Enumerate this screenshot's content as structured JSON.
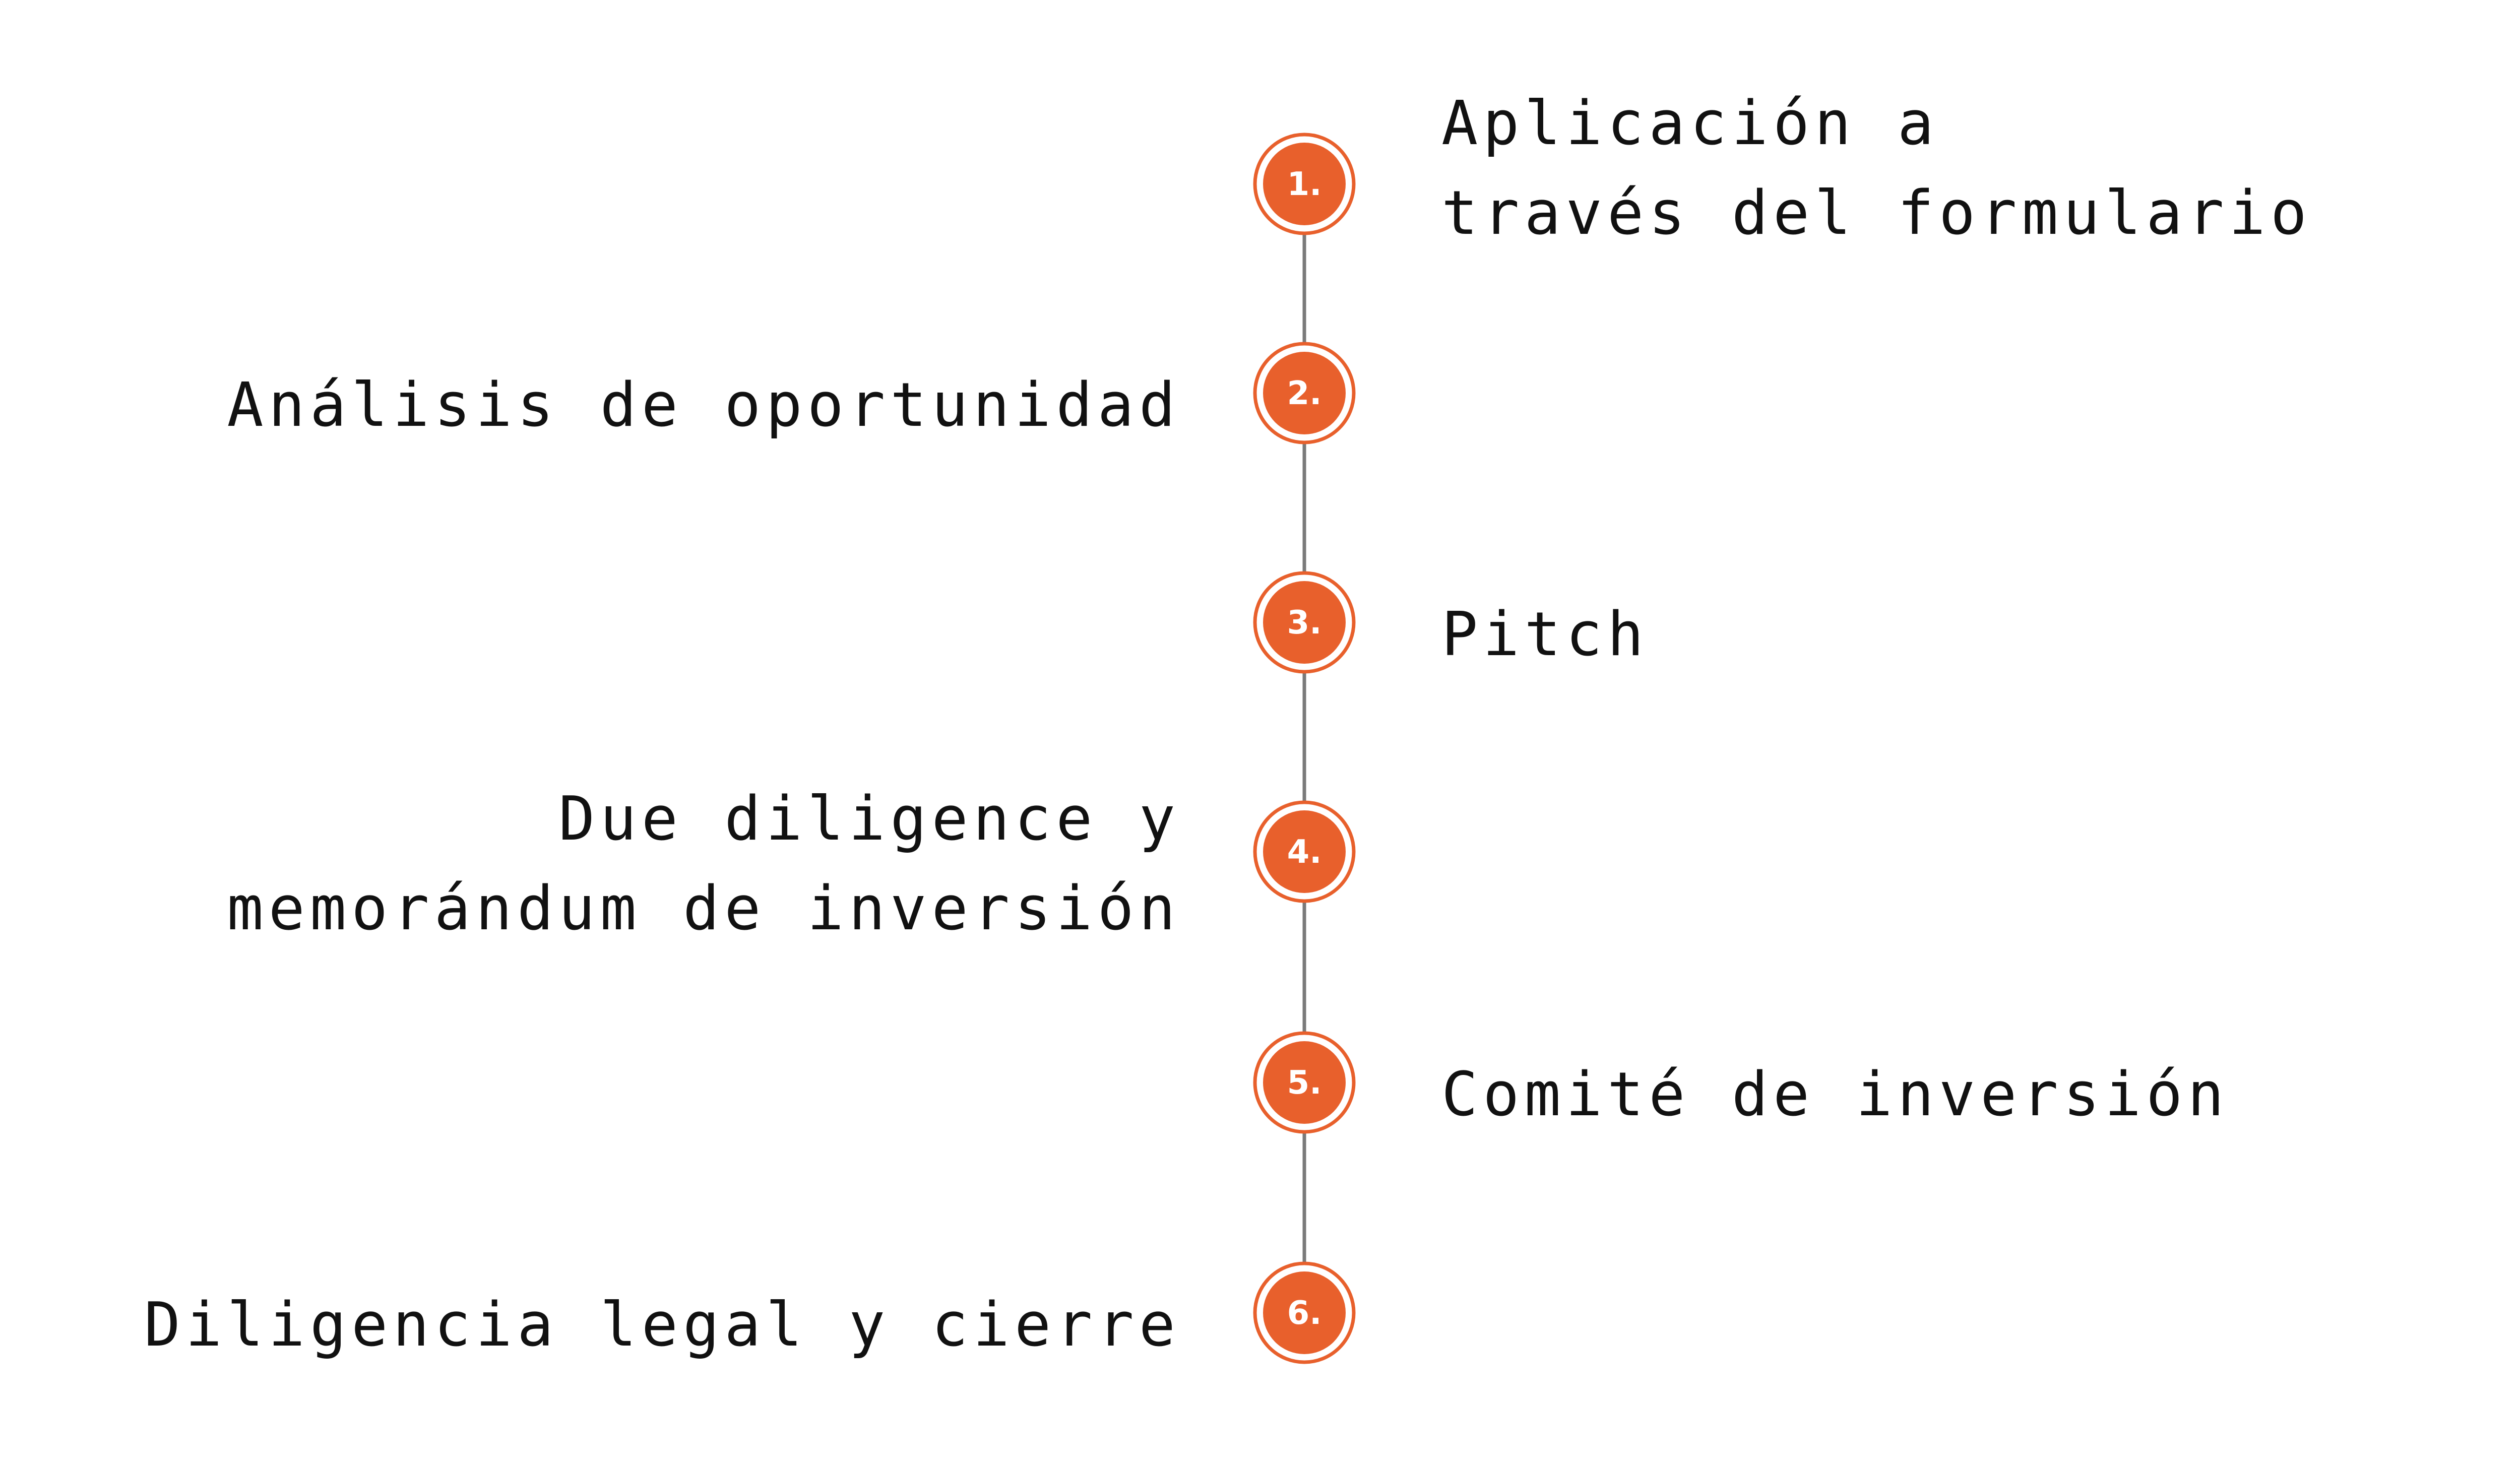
{
  "diagram": {
    "accent_color": "#E8602C",
    "ring_color": "#E8602C",
    "connector_color": "#7a7a7a",
    "steps": [
      {
        "number": "1.",
        "label": "Aplicación a\ntravés del formulario",
        "side": "right"
      },
      {
        "number": "2.",
        "label": "Análisis de oportunidad",
        "side": "left"
      },
      {
        "number": "3.",
        "label": "Pitch",
        "side": "right"
      },
      {
        "number": "4.",
        "label": "Due diligence y\nmemorándum de inversión",
        "side": "left"
      },
      {
        "number": "5.",
        "label": "Comité de inversión",
        "side": "right"
      },
      {
        "number": "6.",
        "label": "Diligencia legal y cierre",
        "side": "left"
      }
    ]
  }
}
